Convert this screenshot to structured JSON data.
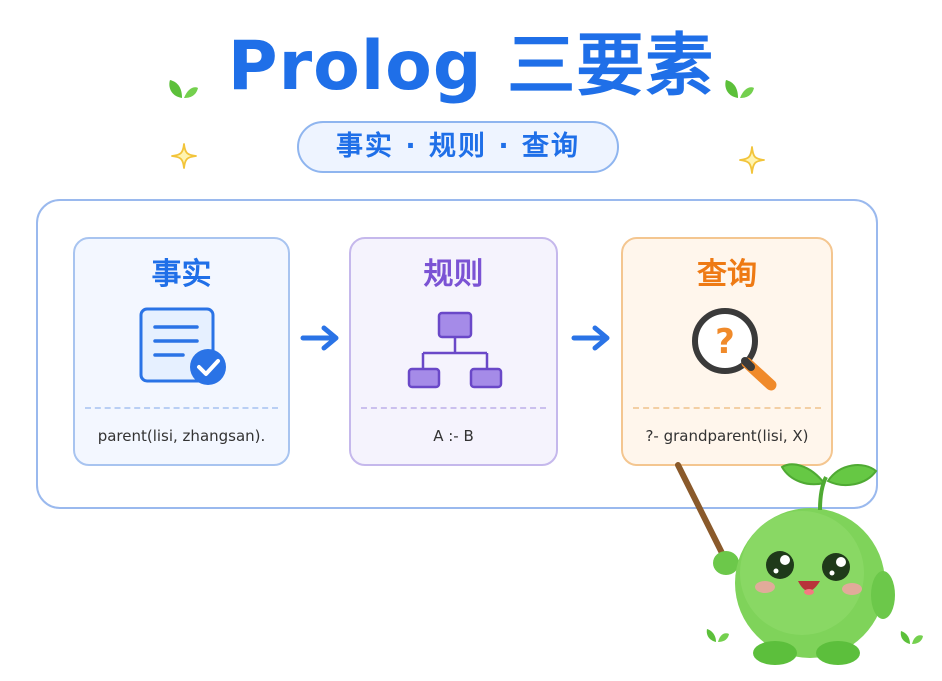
{
  "title": "Prolog 三要素",
  "subtitle": "事实 · 规则 · 查询",
  "cards": [
    {
      "title": "事实",
      "code": "parent(lisi, zhangsan).",
      "icon": "document-check-icon"
    },
    {
      "title": "规则",
      "code": "A :- B",
      "icon": "hierarchy-icon"
    },
    {
      "title": "查询",
      "code": "?- grandparent(lisi, X)",
      "icon": "magnifier-question-icon"
    }
  ],
  "colors": {
    "fact": "#1f6fe8",
    "rule": "#7b53d4",
    "query": "#ee7a14",
    "mascot": "#7fd35a"
  }
}
